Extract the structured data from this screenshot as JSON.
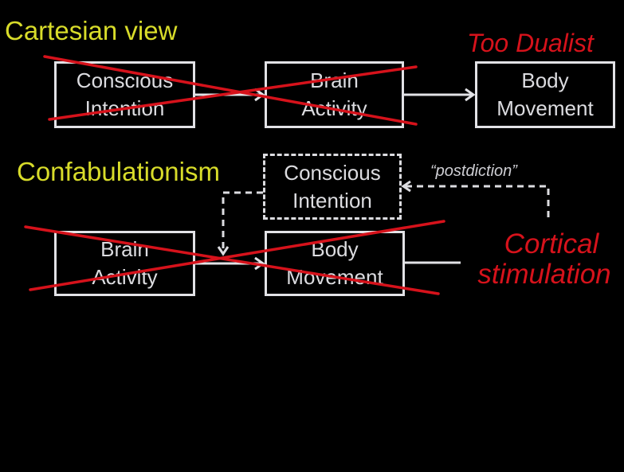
{
  "sections": {
    "cartesian": {
      "title": "Cartesian view",
      "verdict": "Too Dualist",
      "boxes": [
        {
          "line1": "Conscious",
          "line2": "Intention",
          "crossed": true
        },
        {
          "line1": "Brain",
          "line2": "Activity",
          "crossed": true
        },
        {
          "line1": "Body",
          "line2": "Movement",
          "crossed": false
        }
      ]
    },
    "confabulationism": {
      "title": "Confabulationism",
      "dashed_box": {
        "line1": "Conscious",
        "line2": "Intention"
      },
      "boxes": [
        {
          "line1": "Brain",
          "line2": "Activity",
          "crossed": true
        },
        {
          "line1": "Body",
          "line2": "Movement",
          "crossed": true
        }
      ],
      "postdiction_label": "“postdiction”",
      "stimulation_line1": "Cortical",
      "stimulation_line2": "stimulation"
    }
  },
  "colors": {
    "background": "#000000",
    "title": "#d8dc2a",
    "strike": "#d6121b",
    "box": "#e2e2e6"
  }
}
